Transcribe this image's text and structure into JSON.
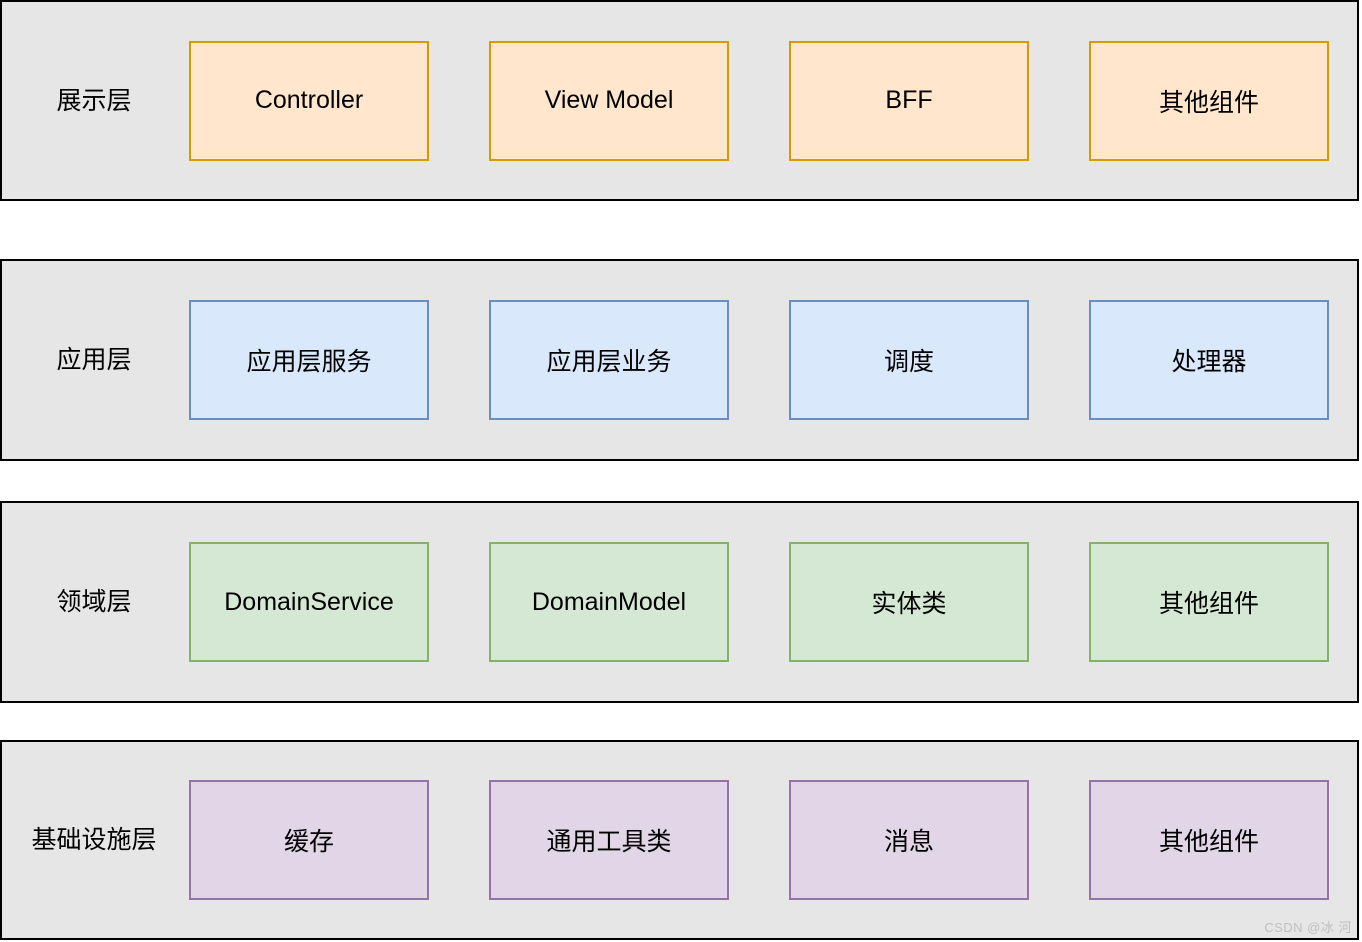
{
  "page": {
    "background": "#FFFFFF",
    "watermark": "CSDN @冰 河",
    "watermark_color": "#BFBFBF"
  },
  "diagram": {
    "type": "layered-architecture-diagram",
    "layer_fill": "#E6E6E6",
    "layer_border": "#000000",
    "layers": [
      {
        "id": "presentation",
        "label": "展示层",
        "box_fill": "#FFE6CC",
        "box_border": "#D79B00",
        "boxes": [
          "Controller",
          "View Model",
          "BFF",
          "其他组件"
        ]
      },
      {
        "id": "application",
        "label": "应用层",
        "box_fill": "#DAE8FC",
        "box_border": "#6C8EBF",
        "boxes": [
          "应用层服务",
          "应用层业务",
          "调度",
          "处理器"
        ]
      },
      {
        "id": "domain",
        "label": "领域层",
        "box_fill": "#D5E8D4",
        "box_border": "#82B366",
        "boxes": [
          "DomainService",
          "DomainModel",
          "实体类",
          "其他组件"
        ]
      },
      {
        "id": "infrastructure",
        "label": "基础设施层",
        "box_fill": "#E1D5E7",
        "box_border": "#9673A6",
        "boxes": [
          "缓存",
          "通用工具类",
          "消息",
          "其他组件"
        ]
      }
    ]
  }
}
